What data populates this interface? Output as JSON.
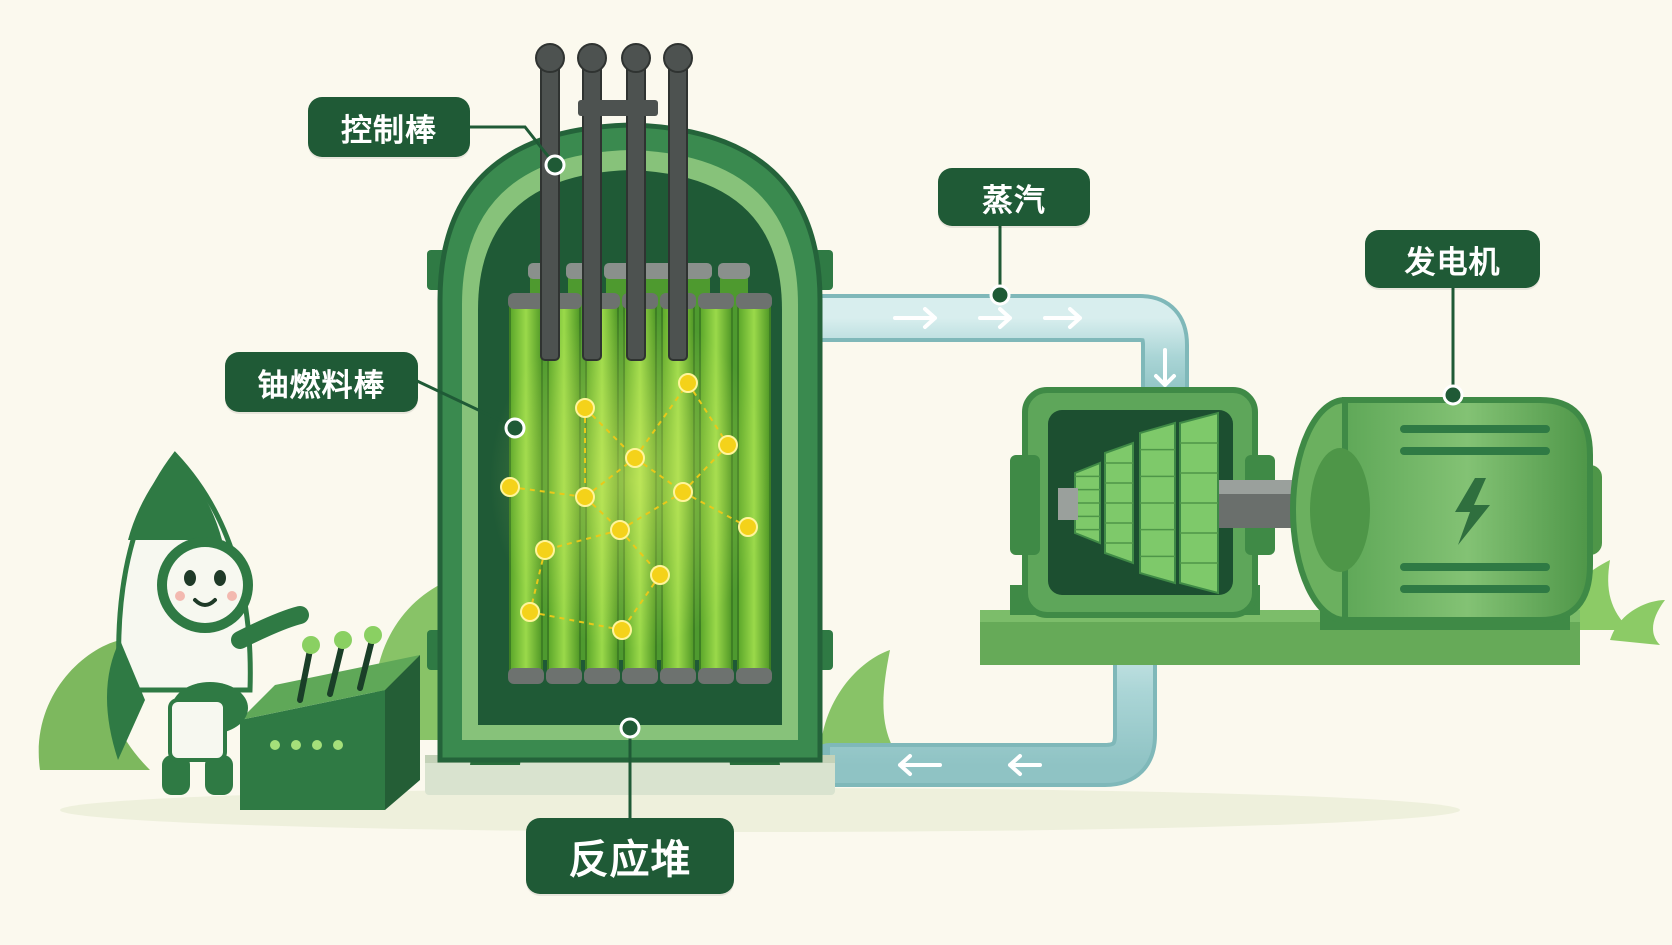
{
  "labels": {
    "control_rods": "控制棒",
    "fuel_rods": "铀燃料棒",
    "reactor": "反应堆",
    "steam": "蒸汽",
    "generator": "发电机"
  },
  "colors": {
    "label_bg": "#1f5a36",
    "vessel_dark": "#2f7a44",
    "fuel_green": "#7cc63a",
    "rod_gray": "#4d5250",
    "pipe_blue": "#b9dfe0",
    "neutron_yellow": "#f4d21a",
    "background": "#fbf9ee"
  },
  "icons": {
    "mascot": "rocket-mascot-icon",
    "generator_symbol": "lightning-bolt-icon"
  }
}
